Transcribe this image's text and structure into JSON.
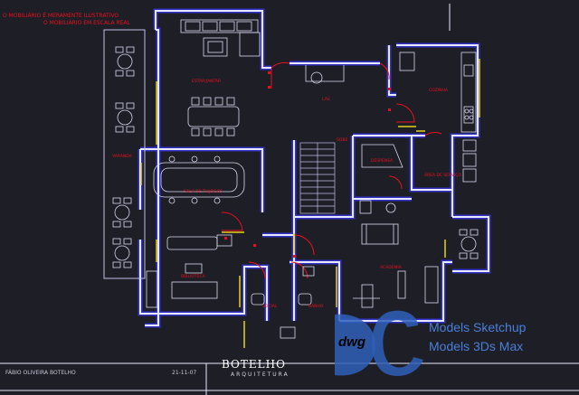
{
  "notes": {
    "line1": "O MOBILIÁRIO É MERAMENTE ILUSTRATIVO",
    "line2": "O MOBILIÁRIO EM ESCALA REAL"
  },
  "rooms": {
    "estar_jantar": "ESTAR/JANTAR",
    "lavabo": "LAV.",
    "cozinha": "COZINHA",
    "despensa": "DESPENSA",
    "area_servico": "ÁREA DE SERVIÇO",
    "varanda": "VARANDA",
    "sala_tv": "SALA DE TV/JOGOS",
    "biblioteca": "BIBLIOTECA",
    "social": "SOCIAL",
    "banho": "BANHO",
    "academia": "ACADEMIA",
    "sobe": "SOBE"
  },
  "titleblock": {
    "brand": "BOTELHO",
    "brand_sub": "ARQUITETURA",
    "author": "FÁBIO OLIVEIRA BOTELHO",
    "date": "21-11-07"
  },
  "watermark": {
    "logo_text": "dwg",
    "line1": "Models Sketchup",
    "line2": "Models 3Ds Max"
  },
  "colors": {
    "background": "#1e1e26",
    "wall": "#e8e8ff",
    "wall_glow": "#3a3aff",
    "annotation": "#e8121e",
    "door_arc": "#e8121e",
    "window": "#e6d21a",
    "watermark_blue": "#2f5fb8"
  }
}
